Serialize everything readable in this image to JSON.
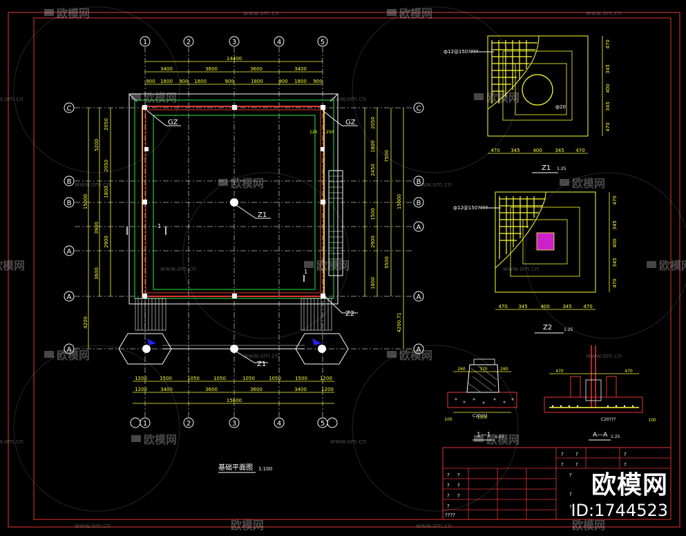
{
  "watermark": {
    "logo_text": "欧模网",
    "domain": "www.om.cn"
  },
  "brand_badge": {
    "logo": "欧模网",
    "id": "ID:1744523"
  },
  "plan": {
    "title": "基础平面图",
    "scale": "1:100",
    "grid_cols": [
      "1",
      "2",
      "3",
      "4",
      "5"
    ],
    "grid_rows": [
      "C",
      "B",
      "B",
      "A",
      "A",
      "A",
      "A"
    ],
    "dims_top_overall": "14400",
    "dims_top_bays": [
      "3400",
      "3600",
      "3600",
      "3400"
    ],
    "dims_top_detail": [
      "900",
      "1800",
      "900",
      "1800",
      "900",
      "1800",
      "900",
      "1800",
      "900"
    ],
    "dims_bottom_overall": "15600",
    "dims_bottom_bays": [
      "3400",
      "3600",
      "3600",
      "3400"
    ],
    "dims_bottom_detail": [
      "1200",
      "1500",
      "1050",
      "1050",
      "1050",
      "1050",
      "1500",
      "1200"
    ],
    "dims_bottom_edge": "1200",
    "dims_left": [
      "2050",
      "5200",
      "2050",
      "15000",
      "1800",
      "3900",
      "2900",
      "3600",
      "4200"
    ],
    "dims_right": [
      "2050",
      "1800",
      "2450",
      "7500",
      "1500",
      "15000",
      "2900",
      "5500",
      "1800",
      "4200.71"
    ],
    "labels": {
      "gz_left": "GZ",
      "gz_right": "GZ",
      "z1_center": "Z1",
      "z1_bottom": "Z1",
      "z2": "Z2",
      "section_mark": "1",
      "small_a": "120",
      "small_b": "250"
    }
  },
  "z1_detail": {
    "title": "Z1",
    "scale": "1:25",
    "rebar": "ф12@150????",
    "column_dim": "ф20",
    "dims_bottom": [
      "470",
      "345",
      "400",
      "345",
      "470"
    ],
    "dims_right": [
      "470",
      "345",
      "400",
      "345",
      "470"
    ]
  },
  "z2_detail": {
    "title": "Z2",
    "scale": "1:25",
    "rebar": "ф12@150????",
    "dims_bottom": [
      "470",
      "345",
      "400",
      "345",
      "470"
    ],
    "dims_right": [
      "470",
      "345",
      "400",
      "345",
      "470"
    ]
  },
  "section_11": {
    "title": "1—1",
    "scale": "1:25",
    "top_dims": [
      "260",
      "370",
      "260"
    ],
    "left_dim": "1300",
    "concrete": "C20???",
    "bottom_dim": "100"
  },
  "section_aa": {
    "title": "A—A",
    "scale": "1:25",
    "top_dims": [
      "470",
      "470"
    ],
    "concrete": "C20???",
    "bottom_dim": "100"
  },
  "title_block": {
    "cells": [
      "?",
      "?",
      "?",
      "?",
      "?",
      "?",
      "?",
      "?",
      "?",
      "?",
      "?",
      "?",
      "?",
      "????",
      "?",
      "?",
      "?"
    ]
  }
}
